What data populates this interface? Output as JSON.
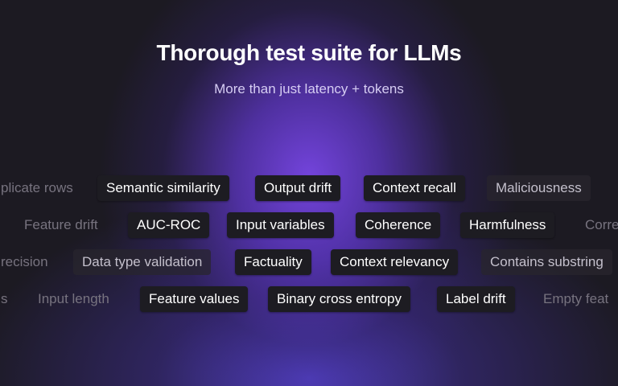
{
  "header": {
    "title": "Thorough test suite for LLMs",
    "subtitle": "More than just latency + tokens"
  },
  "rows": [
    [
      {
        "label": "plicate rows",
        "state": "faded"
      },
      {
        "label": "Semantic similarity",
        "state": "active"
      },
      {
        "label": "Output drift",
        "state": "active"
      },
      {
        "label": "Context recall",
        "state": "active"
      },
      {
        "label": "Maliciousness",
        "state": "dim"
      }
    ],
    [
      {
        "label": "Feature drift",
        "state": "faded"
      },
      {
        "label": "AUC-ROC",
        "state": "active"
      },
      {
        "label": "Input variables",
        "state": "active"
      },
      {
        "label": "Coherence",
        "state": "active"
      },
      {
        "label": "Harmfulness",
        "state": "active"
      },
      {
        "label": "Corre",
        "state": "faded"
      }
    ],
    [
      {
        "label": "recision",
        "state": "faded"
      },
      {
        "label": "Data type validation",
        "state": "dim"
      },
      {
        "label": "Factuality",
        "state": "active"
      },
      {
        "label": "Context relevancy",
        "state": "active"
      },
      {
        "label": "Contains substring",
        "state": "dim"
      }
    ],
    [
      {
        "label": "s",
        "state": "faded"
      },
      {
        "label": "Input length",
        "state": "faded"
      },
      {
        "label": "Feature values",
        "state": "active"
      },
      {
        "label": "Binary cross entropy",
        "state": "active"
      },
      {
        "label": "Label drift",
        "state": "active"
      },
      {
        "label": "Empty feat",
        "state": "faded"
      }
    ]
  ]
}
